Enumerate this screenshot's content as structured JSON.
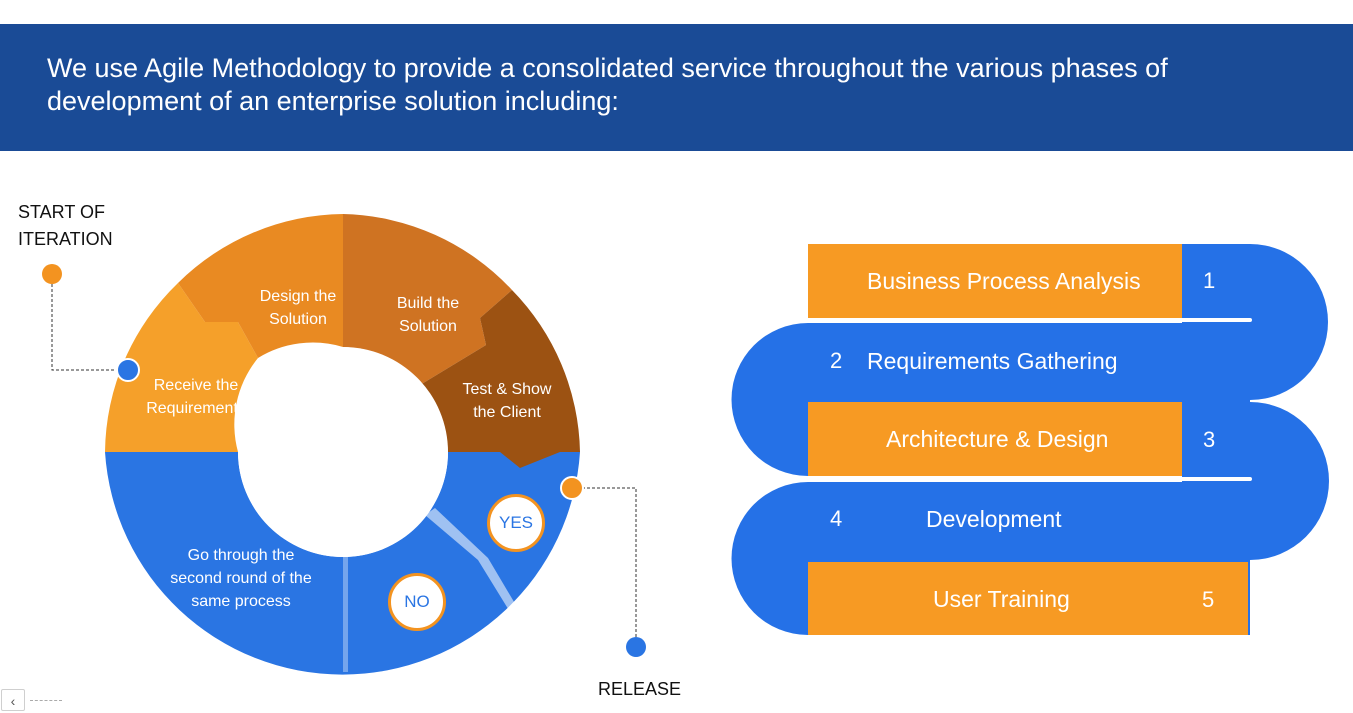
{
  "header": {
    "text": "We use Agile Methodology to provide a consolidated service throughout the various phases of development of an enterprise solution including:"
  },
  "cycle": {
    "start_label": [
      "START OF",
      "ITERATION"
    ],
    "release_label": "RELEASE",
    "segments": [
      {
        "lines": [
          "Receive the",
          "Requirements"
        ]
      },
      {
        "lines": [
          "Design the",
          "Solution"
        ]
      },
      {
        "lines": [
          "Build the",
          "Solution"
        ]
      },
      {
        "lines": [
          "Test & Show",
          "the Client"
        ]
      },
      {
        "lines": [
          "Go through the",
          "second round of the",
          "same process"
        ]
      }
    ],
    "yes_label": "YES",
    "no_label": "NO",
    "colors": {
      "receive": "#f5a02a",
      "design": "#e98a22",
      "build": "#cf7322",
      "test": "#9c5212",
      "blue": "#2a75e3"
    }
  },
  "steps": {
    "items": [
      {
        "number": "1",
        "label": "Business Process Analysis"
      },
      {
        "number": "2",
        "label": "Requirements Gathering"
      },
      {
        "number": "3",
        "label": "Architecture & Design"
      },
      {
        "number": "4",
        "label": "Development"
      },
      {
        "number": "5",
        "label": "User Training"
      }
    ],
    "colors": {
      "orange": "#f79a23",
      "blue": "#2571e7"
    }
  },
  "nav": {
    "prev_symbol": "‹"
  }
}
